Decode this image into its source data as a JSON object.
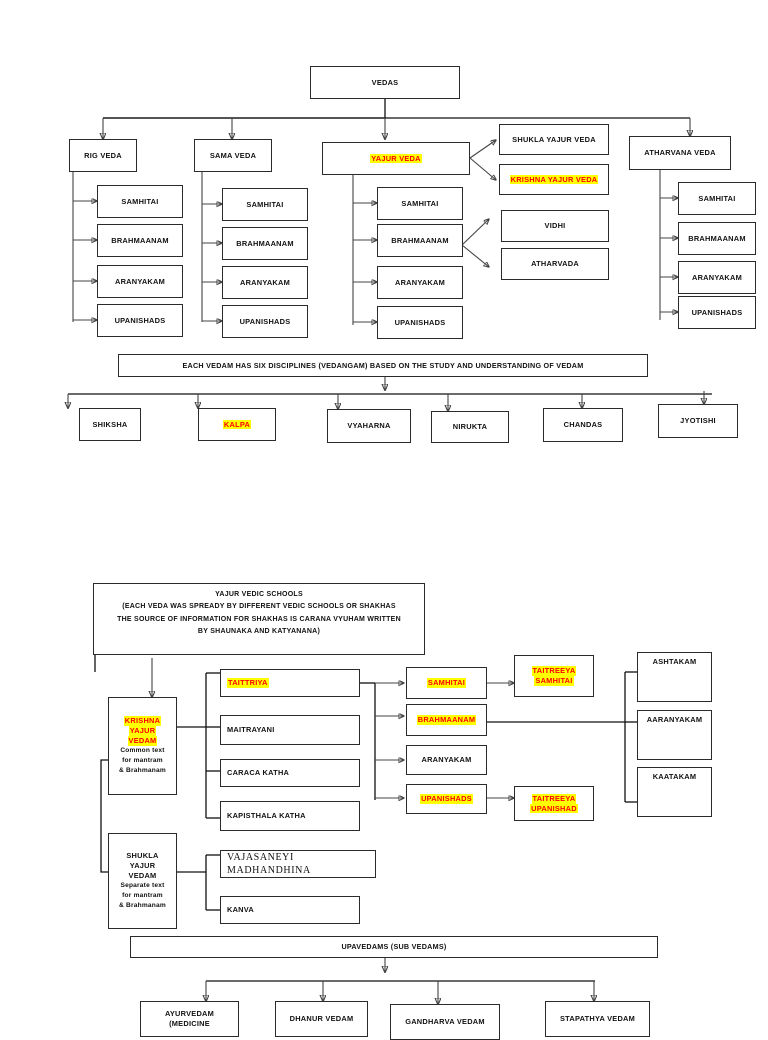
{
  "diagram": {
    "title": "Vedas Structure Chart",
    "highlight_bg": "#ffff00",
    "highlight_fg": "#ff0000",
    "line_color": "#444444",
    "box_border": "#2b2b2b"
  },
  "top_section": {
    "root": "VEDAS",
    "vedas": [
      {
        "label": "RIG VEDA",
        "highlight": false
      },
      {
        "label": "SAMA VEDA",
        "highlight": false
      },
      {
        "label": "YAJUR VEDA",
        "highlight": true
      },
      {
        "label": "ATHARVANA VEDA",
        "highlight": false
      }
    ],
    "parts": [
      "SAMHITAI",
      "BRAHMAANAM",
      "ARANYAKAM",
      "UPANISHADS"
    ],
    "yajur_branches": [
      {
        "label": "SHUKLA YAJUR VEDA",
        "highlight": false
      },
      {
        "label": "KRISHNA YAJUR VEDA",
        "highlight": true
      }
    ],
    "brahmaanam_branches": [
      {
        "label": "VIDHI",
        "highlight": false
      },
      {
        "label": "ATHARVADA",
        "highlight": false
      }
    ]
  },
  "vedangam": {
    "banner": "EACH VEDAM HAS SIX DISCIPLINES (VEDANGAM) BASED ON THE  STUDY AND UNDERSTANDING OF VEDAM",
    "disciplines": [
      {
        "label": "SHIKSHA",
        "highlight": false
      },
      {
        "label": "KALPA",
        "highlight": true
      },
      {
        "label": "VYAHARNA",
        "highlight": false
      },
      {
        "label": "NIRUKTA",
        "highlight": false
      },
      {
        "label": "CHANDAS",
        "highlight": false
      },
      {
        "label": "JYOTISHI",
        "highlight": false
      }
    ]
  },
  "schools": {
    "header_lines": [
      "YAJUR VEDIC SCHOOLS",
      "(EACH VEDA WAS SPREADY BY DIFFERENT VEDIC SCHOOLS OR SHAKHAS",
      "THE SOURCE OF INFORMATION FOR SHAKHAS IS CARANA VYUHAM WRITTEN",
      "BY SHAUNAKA AND KATYANANA)"
    ],
    "krishna": {
      "title_lines": [
        "KRISHNA",
        "YAJUR",
        "VEDAM"
      ],
      "note_lines": [
        "Common text",
        "for  mantram",
        "&  Brahmanam"
      ],
      "highlight": true
    },
    "krishna_shakhas": [
      {
        "label": "TAITTRIYA",
        "highlight": true
      },
      {
        "label": "MAITRAYANI",
        "highlight": false
      },
      {
        "label": "CARACA KATHA",
        "highlight": false
      },
      {
        "label": "KAPISTHALA KATHA",
        "highlight": false
      }
    ],
    "taittriya_parts": [
      {
        "label": "SAMHITAI",
        "highlight": true
      },
      {
        "label": "BRAHMAANAM",
        "highlight": true
      },
      {
        "label": "ARANYAKAM",
        "highlight": false
      },
      {
        "label": "UPANISHADS",
        "highlight": true
      }
    ],
    "taitreeya_texts": [
      {
        "lines": [
          "TAITREEYA",
          "SAMHITAI"
        ],
        "highlight": true
      },
      {
        "lines": [
          "TAITREEYA",
          "UPANISHAD"
        ],
        "highlight": true
      }
    ],
    "brahmaanam_parts": [
      {
        "label": "ASHTAKAM",
        "highlight": false
      },
      {
        "label": "AARANYAKAM",
        "highlight": false
      },
      {
        "label": "KAATAKAM",
        "highlight": false
      }
    ],
    "shukla": {
      "title_lines": [
        "SHUKLA",
        "YAJUR",
        "VEDAM"
      ],
      "note_lines": [
        "Separate text",
        "for  mantram",
        "&  Brahmanam"
      ],
      "highlight": false
    },
    "shukla_shakhas": [
      {
        "label": "VAJASANEYI  MADHANDHINA",
        "highlight": false
      },
      {
        "label": "KANVA",
        "highlight": false
      }
    ]
  },
  "upavedams": {
    "banner": "UPAVEDAMS (SUB VEDAMS)",
    "items": [
      {
        "label": "AYURVEDAM",
        "sub": "(MEDICINE"
      },
      {
        "label": "DHANUR VEDAM",
        "sub": ""
      },
      {
        "label": "GANDHARVA VEDAM",
        "sub": ""
      },
      {
        "label": "STAPATHYA VEDAM",
        "sub": ""
      }
    ]
  }
}
